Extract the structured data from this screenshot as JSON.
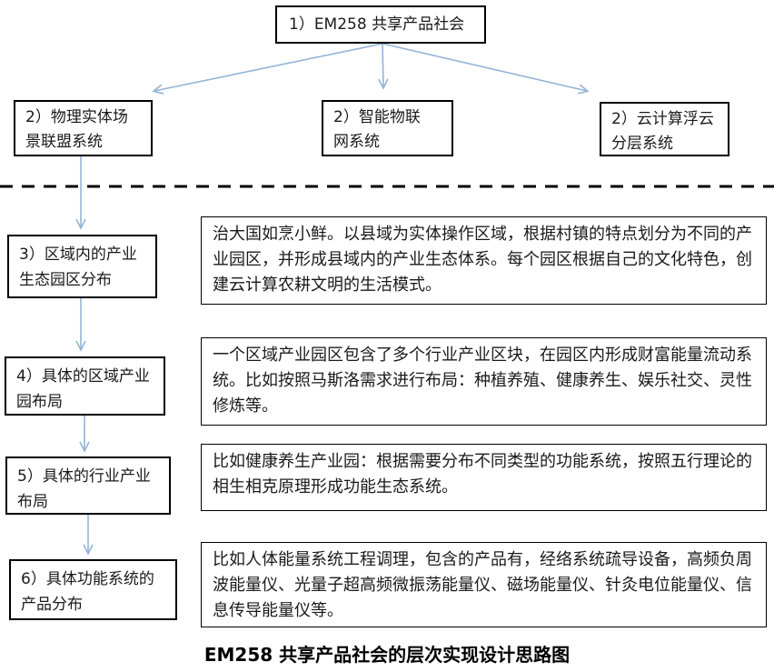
{
  "diagram": {
    "caption": "EM258 共享产品社会的层次实现设计思路图",
    "root": {
      "label": "1）EM258 共享产品社会"
    },
    "level2": [
      {
        "label": "2）物理实体场\n景联盟系统"
      },
      {
        "label": "2）智能物联\n网系统"
      },
      {
        "label": "2）云计算浮云\n分层系统"
      }
    ],
    "stages": [
      {
        "label": "3）区域内的产业\n生态园区分布",
        "description": "治大国如烹小鲜。以县域为实体操作区域，根据村镇的特点划分为不同的产业园区，并形成县域内的产业生态体系。每个园区根据自己的文化特色，创建云计算农耕文明的生活模式。"
      },
      {
        "label": "4）具体的区域产业\n园布局",
        "description": "一个区域产业园区包含了多个行业产业区块，在园区内形成财富能量流动系统。比如按照马斯洛需求进行布局：种植养殖、健康养生、娱乐社交、灵性修炼等。"
      },
      {
        "label": "5）具体的行业产业\n布局",
        "description": "比如健康养生产业园：根据需要分布不同类型的功能系统，按照五行理论的相生相克原理形成功能生态系统。"
      },
      {
        "label": "6）具体功能系统的\n产品分布",
        "description": "比如人体能量系统工程调理，包含的产品有，经络系统疏导设备，高频负周波能量仪、光量子超高频微振荡能量仪、磁场能量仪、针灸电位能量仪、信息传导能量仪等。"
      }
    ],
    "colors": {
      "arrow": "#95b3d7",
      "line": "#000000",
      "background": "#ffffff"
    }
  }
}
